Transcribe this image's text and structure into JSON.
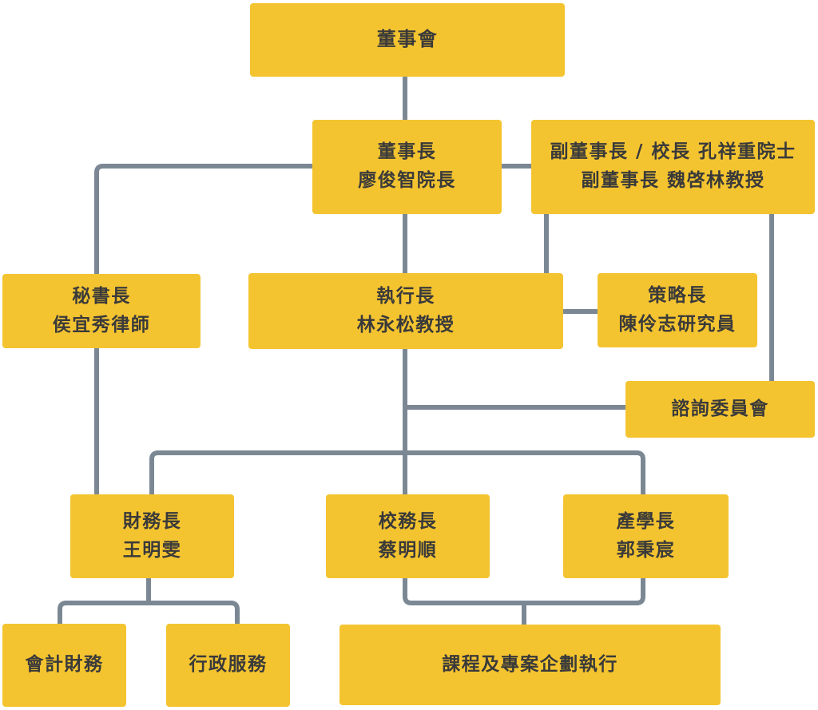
{
  "diagram_type": "org-chart",
  "colors": {
    "box_fill": "#F4C430",
    "connector_line": "#7B8894",
    "text": "#3A3A3A",
    "background": "#FFFFFF"
  },
  "nodes": {
    "board": {
      "line1": "董事會"
    },
    "chairman": {
      "line1": "董事長",
      "line2": "廖俊智院長"
    },
    "vice_chairman": {
      "line1": "副董事長 / 校長 孔祥重院士",
      "line2": "副董事長 魏啓林教授"
    },
    "secretary_general": {
      "line1": "秘書長",
      "line2": "侯宜秀律師"
    },
    "ceo": {
      "line1": "執行長",
      "line2": "林永松教授"
    },
    "cso": {
      "line1": "策略長",
      "line2": "陳伶志研究員"
    },
    "advisory": {
      "line1": "諮詢委員會"
    },
    "cfo": {
      "line1": "財務長",
      "line2": "王明雯"
    },
    "provost": {
      "line1": "校務長",
      "line2": "蔡明順"
    },
    "industry_dean": {
      "line1": "產學長",
      "line2": "郭秉宸"
    },
    "accounting": {
      "line1": "會計財務"
    },
    "admin_services": {
      "line1": "行政服務"
    },
    "program_exec": {
      "line1": "課程及專案企劃執行"
    }
  },
  "edges": [
    {
      "from": "board",
      "to": "chairman"
    },
    {
      "from": "chairman",
      "to": "vice_chairman"
    },
    {
      "from": "chairman",
      "to": "secretary_general"
    },
    {
      "from": "chairman",
      "to": "ceo"
    },
    {
      "from": "vice_chairman",
      "to": "ceo"
    },
    {
      "from": "vice_chairman",
      "to": "advisory"
    },
    {
      "from": "ceo",
      "to": "cso"
    },
    {
      "from": "ceo",
      "to": "advisory"
    },
    {
      "from": "ceo",
      "to": "cfo"
    },
    {
      "from": "ceo",
      "to": "provost"
    },
    {
      "from": "ceo",
      "to": "industry_dean"
    },
    {
      "from": "secretary_general",
      "to": "cfo"
    },
    {
      "from": "cfo",
      "to": "accounting"
    },
    {
      "from": "cfo",
      "to": "admin_services"
    },
    {
      "from": "provost",
      "to": "program_exec"
    },
    {
      "from": "industry_dean",
      "to": "program_exec"
    }
  ]
}
